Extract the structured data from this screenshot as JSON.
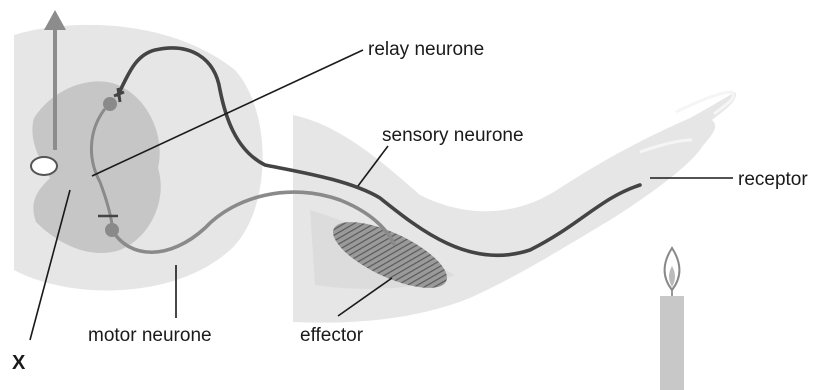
{
  "labels": {
    "relay": "relay neurone",
    "sensory": "sensory neurone",
    "receptor": "receptor",
    "motor": "motor neurone",
    "effector": "effector",
    "x": "X"
  },
  "colors": {
    "light_grey": "#e6e6e6",
    "grey_matter": "#c6c6c6",
    "sensory_neurone": "#444444",
    "motor_neurone": "#8a8a8a",
    "effector_muscle": "#7a7a7a",
    "candle": "#c8c8c8",
    "arrow": "#8c8c8c"
  },
  "icons": {
    "arrow": "up-arrow-icon",
    "candle": "candle-flame-icon"
  }
}
